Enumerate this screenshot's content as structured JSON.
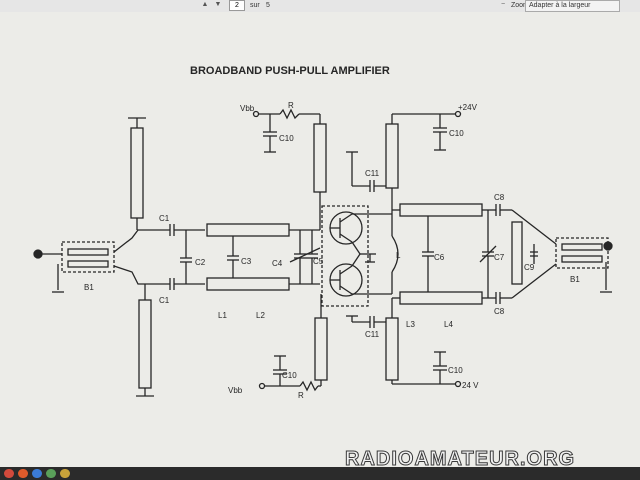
{
  "toolbar": {
    "page_current": "2",
    "page_separator": "sur",
    "page_total": "5",
    "zoom_label": "Zoom arrière",
    "zoom_select": "Adapter à la largeur"
  },
  "schematic": {
    "title": "BROADBAND PUSH-PULL AMPLIFIER",
    "labels": {
      "vbb_top": "Vbb",
      "vbb_bottom": "Vbb",
      "r_top": "R",
      "r_bottom": "R",
      "c10_tl": "C10",
      "c10_tr": "C10",
      "c10_bl": "C10",
      "c10_br": "C10",
      "v24_top": "+24V",
      "v24_bottom": "24 V",
      "c11_top": "C11",
      "c11_bottom": "C11",
      "c1_top": "C1",
      "c1_bottom": "C1",
      "c2": "C2",
      "c3": "C3",
      "c4": "C4",
      "c5": "C5",
      "l1": "L1",
      "l2": "L2",
      "l_choke": "L",
      "c6": "C6",
      "c7": "C7",
      "c8_top": "C8",
      "c8_bottom": "C8",
      "c9": "C9",
      "l3": "L3",
      "l4": "L4",
      "b1_left": "B1",
      "b1_right": "B1"
    }
  },
  "watermark": "RADIOAMATEUR.ORG",
  "colors": {
    "ink": "#262626",
    "paper": "#ecece8",
    "toolbar": "#e6e6e6",
    "taskbar": "#2b2b2b"
  }
}
